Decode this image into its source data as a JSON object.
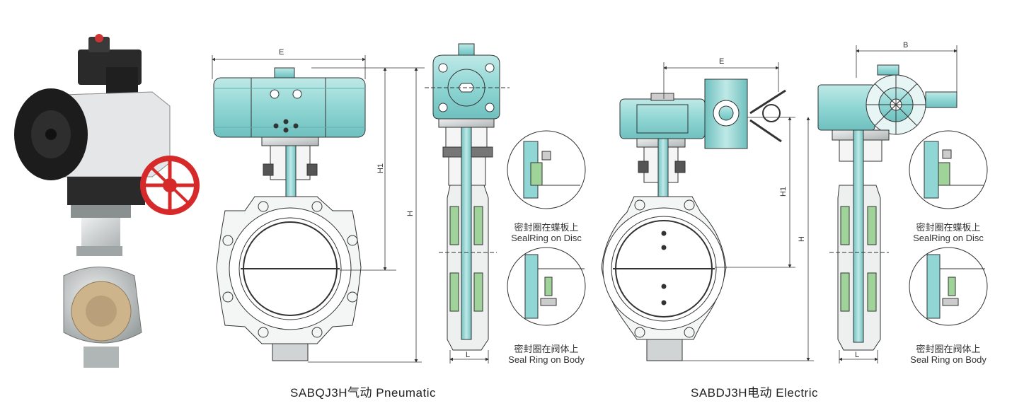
{
  "colors": {
    "teal": "#8fd6d4",
    "teal_dark": "#5fb3b2",
    "steel": "#d9dcdc",
    "red_wheel": "#d62a2a",
    "green_seal": "#9fd39a",
    "line": "#333333"
  },
  "icons": {
    "photo": "valve-photo-icon",
    "pneumatic_actuator": "pneumatic-actuator-icon",
    "electric_actuator": "electric-actuator-icon"
  },
  "pneumatic": {
    "title": "SABQJ3H气动 Pneumatic",
    "dims": {
      "E": "E",
      "H": "H",
      "H1": "H1",
      "L": "L"
    },
    "seal_disc_cn": "密封圈在蝶板上",
    "seal_disc_en": "SealRing on Disc",
    "seal_body_cn": "密封圈在阀体上",
    "seal_body_en": "Seal Ring on Body"
  },
  "electric": {
    "title": "SABDJ3H电动 Electric",
    "dims": {
      "E": "E",
      "B": "B",
      "H": "H",
      "H1": "H1",
      "L": "L"
    },
    "seal_disc_cn": "密封圈在蝶板上",
    "seal_disc_en": "SealRing on Disc",
    "seal_body_cn": "密封圈在阀体上",
    "seal_body_en": "Seal Ring on Body"
  }
}
